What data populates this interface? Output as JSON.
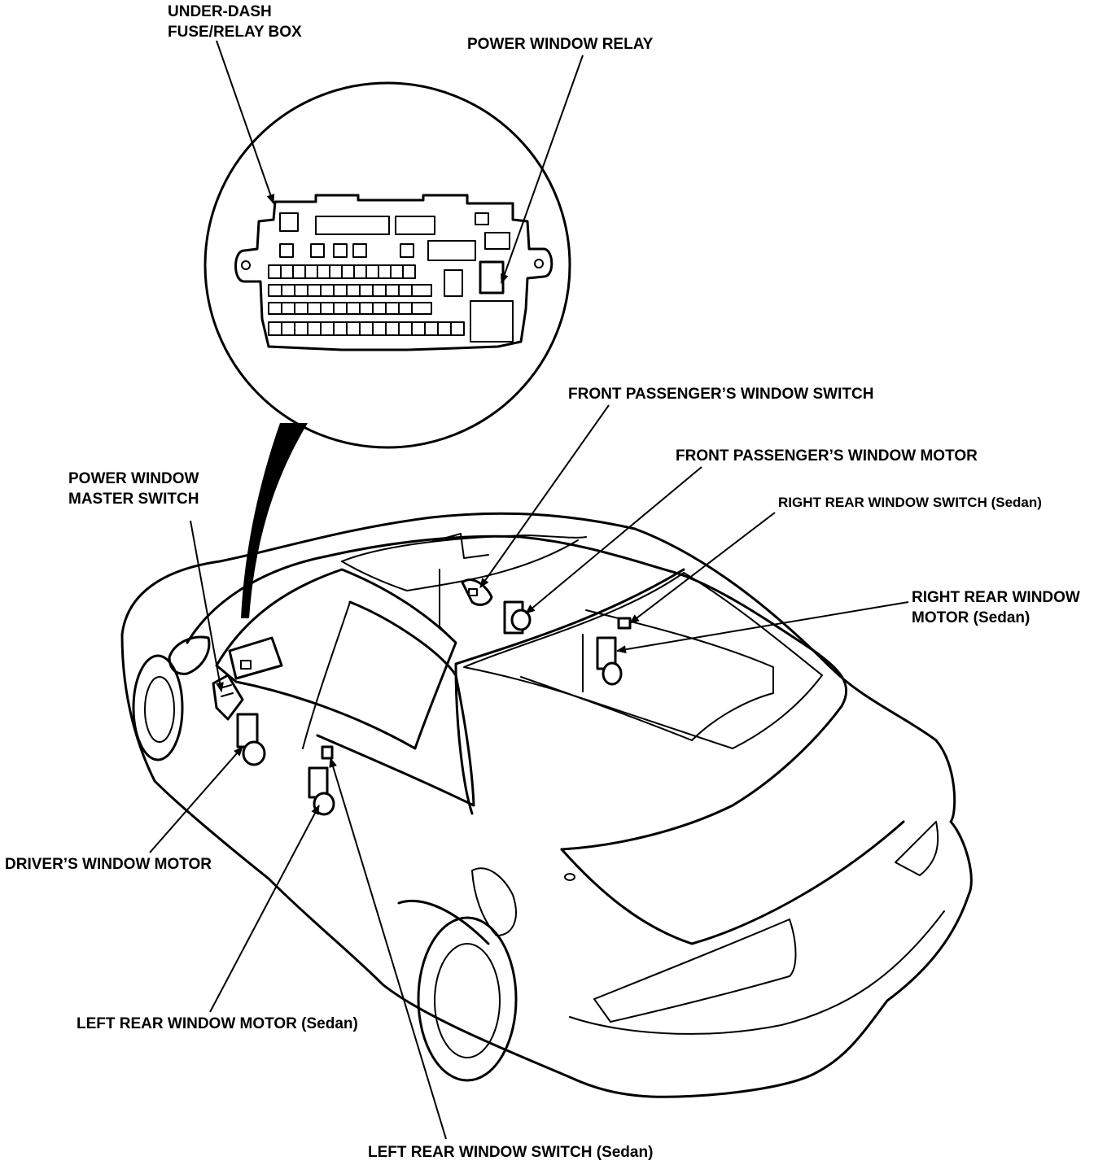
{
  "labels": {
    "under_dash_line1": "UNDER-DASH",
    "under_dash_line2": "FUSE/RELAY BOX",
    "power_window_relay": "POWER WINDOW RELAY",
    "front_pass_switch": "FRONT PASSENGER’S WINDOW SWITCH",
    "front_pass_motor": "FRONT PASSENGER’S WINDOW MOTOR",
    "right_rear_switch": "RIGHT REAR WINDOW SWITCH (Sedan)",
    "right_rear_motor_line1": "RIGHT REAR WINDOW",
    "right_rear_motor_line2": "MOTOR (Sedan)",
    "master_switch_line1": "POWER WINDOW",
    "master_switch_line2": "MASTER SWITCH",
    "drivers_motor": "DRIVER’S WINDOW MOTOR",
    "left_rear_motor": "LEFT REAR WINDOW MOTOR (Sedan)",
    "left_rear_switch": "LEFT REAR WINDOW SWITCH (Sedan)"
  },
  "colors": {
    "ink": "#000000",
    "paper": "#ffffff"
  }
}
